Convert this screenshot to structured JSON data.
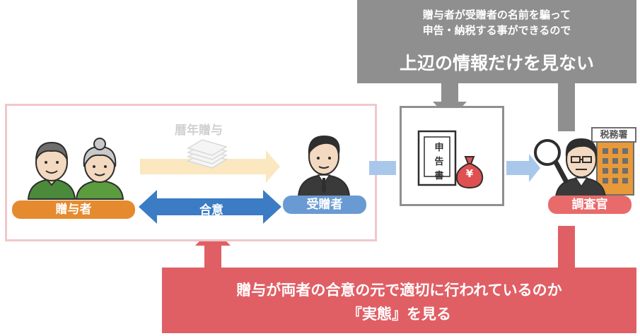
{
  "callout": {
    "line1": "贈与者が受贈者の名前を騙って",
    "line2": "申告・納税する事ができるので",
    "line3": "上辺の情報だけを見ない"
  },
  "labels": {
    "rekinen_zouyo": "暦年贈与",
    "giver": "贈与者",
    "agreement": "合意",
    "receiver": "受贈者",
    "inspector": "調査官",
    "tax_office": "税務署"
  },
  "document": {
    "chars": [
      "申",
      "告",
      "書"
    ],
    "money_symbol": "¥"
  },
  "banner": {
    "line1": "贈与が両者の合意の元で適切に行われているのか",
    "line2": "『実態』を見る"
  },
  "colors": {
    "grey_callout": "#8f8f8f",
    "pink_frame": "#f2c7c9",
    "giver_orange": "#e58a2e",
    "agreement_blue": "#3b7cc4",
    "receiver_blue": "#6a9ad3",
    "inspector_red": "#e96a6a",
    "banner_red": "#e05f65",
    "light_arrow_yellow": "#fbe7c0",
    "light_arrow_blue": "#a9c7ea"
  },
  "icons": [
    "grandfather-icon",
    "grandmother-icon",
    "money-stack-icon",
    "young-man-icon",
    "tax-return-document-icon",
    "money-bag-icon",
    "inspector-icon",
    "magnifier-icon",
    "tax-office-building-icon"
  ]
}
